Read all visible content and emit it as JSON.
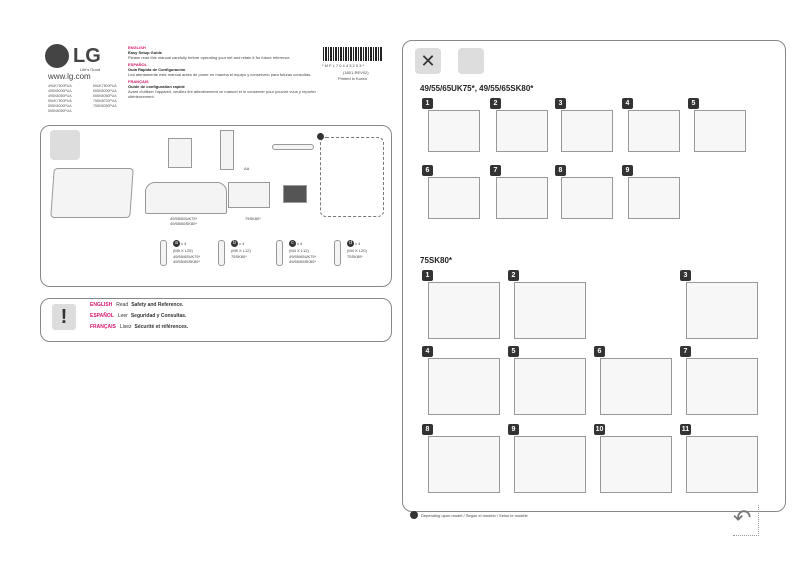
{
  "brand": {
    "logo": "LG",
    "tagline": "Life's Good",
    "url": "www.lg.com"
  },
  "models": [
    "49UK7500PUA",
    "49SK8000PUA",
    "49SK8050PUA",
    "55UK7500PUA",
    "55SK8000PUA",
    "55SK8050PUA",
    "65UK7500PUA",
    "65SK8000PUA",
    "65SK8050PUA",
    "75SK8070PUA",
    "75SK8050PUA"
  ],
  "intro": [
    {
      "lang": "ENGLISH",
      "title": "Easy Setup Guide",
      "text": "Please read this manual carefully before operating your set and retain it for future reference."
    },
    {
      "lang": "ESPAÑOL",
      "title": "Guía Rápida de Configuración",
      "text": "Lea atentamente este manual antes de poner en marcha el equipo y consérvelo para futuras consultas."
    },
    {
      "lang": "FRANÇAIS",
      "title": "Guide de configuration rapide",
      "text": "Avant d'utiliser l'appareil, veuillez lire attentivement ce manuel et le conserver pour pouvoir vous y reporter ultérieurement."
    }
  ],
  "barcode": {
    "code": "* M F L 7 0 4 4 3 2 0 3 *",
    "rev": "(1801-REV02)",
    "printed": "Printed in Korea"
  },
  "parts": {
    "aa": "AA",
    "stand1": "49/55/65UK75*\n49/55/65SK80*",
    "stand2": "75SK80*",
    "screws": [
      {
        "letter": "a",
        "qty": "x 4",
        "size": "(M5 X L25)",
        "models": "49/55/65UK75* 49/55/65SK80*"
      },
      {
        "letter": "b",
        "qty": "x 4",
        "size": "(M5 X L12)",
        "models": "75SK80*"
      },
      {
        "letter": "c",
        "qty": "x 4",
        "size": "(M4 X L12)",
        "models": "49/55/65UK75* 49/55/65SK80*"
      },
      {
        "letter": "d",
        "qty": "x 4",
        "size": "(M4 X L20)",
        "models": "75SK80*"
      }
    ]
  },
  "safety": [
    {
      "lang": "ENGLISH",
      "verb": "Read",
      "doc": "Safety and Reference."
    },
    {
      "lang": "ESPAÑOL",
      "verb": "Leer",
      "doc": "Seguridad y Consultas."
    },
    {
      "lang": "FRANÇAIS",
      "verb": "Lisez",
      "doc": "Sécurité et références."
    }
  ],
  "section1": {
    "title": "49/55/65UK75*, 49/55/65SK80*",
    "steps": [
      "1",
      "2",
      "3",
      "4",
      "5",
      "6",
      "7",
      "8",
      "9"
    ]
  },
  "section2": {
    "title": "75SK80*",
    "steps": [
      "1",
      "2",
      "3",
      "4",
      "5",
      "6",
      "7",
      "8",
      "9",
      "10",
      "11"
    ]
  },
  "footnote": "Depending upon model / Según el modelo / Selon le modèle"
}
